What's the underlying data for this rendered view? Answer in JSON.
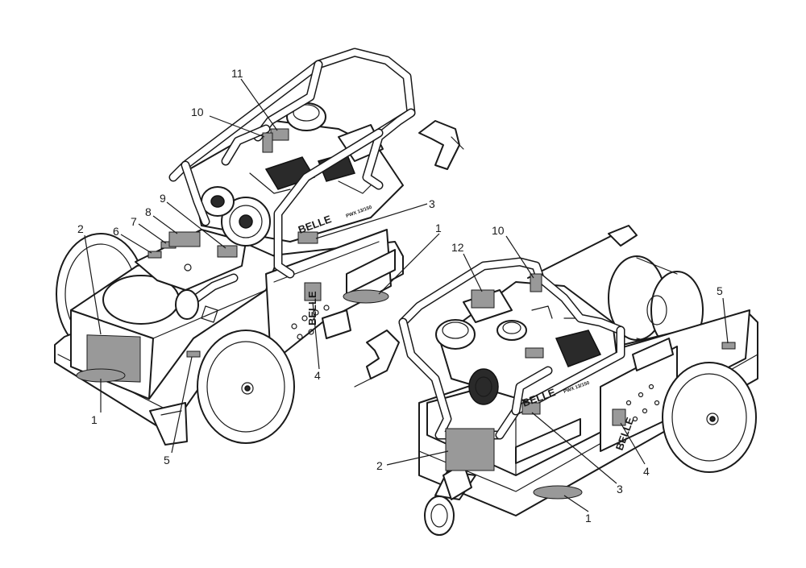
{
  "brand_text": "BELLE",
  "model_plate_text": "PWX 13/150",
  "label_color": "#999999",
  "callouts": [
    {
      "label": "1"
    },
    {
      "label": "2"
    },
    {
      "label": "4"
    },
    {
      "label": "5"
    },
    {
      "label": "6"
    },
    {
      "label": "7"
    },
    {
      "label": "8"
    },
    {
      "label": "9"
    },
    {
      "label": "10"
    },
    {
      "label": "11"
    },
    {
      "label": "3"
    },
    {
      "label": "1"
    },
    {
      "label": "12"
    },
    {
      "label": "10"
    },
    {
      "label": "5"
    },
    {
      "label": "2"
    },
    {
      "label": "3"
    },
    {
      "label": "4"
    },
    {
      "label": "1"
    }
  ]
}
